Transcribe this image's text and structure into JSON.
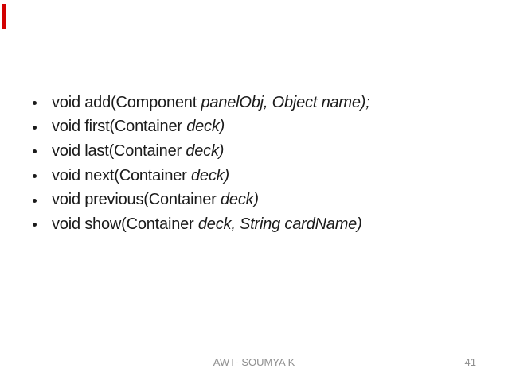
{
  "slide": {
    "bullet_glyph": "•",
    "colors": {
      "background": "#ffffff",
      "text": "#1b1b1b",
      "footer_text": "#8f8f8f",
      "accent_bar": "#d20000"
    },
    "bullets": [
      {
        "regular": "void add(Component ",
        "italic": "panelObj, Object name);"
      },
      {
        "regular": "void first(Container ",
        "italic": "deck)"
      },
      {
        "regular": "void last(Container ",
        "italic": "deck)"
      },
      {
        "regular": "void next(Container ",
        "italic": "deck)"
      },
      {
        "regular": "void previous(Container ",
        "italic": "deck)"
      },
      {
        "regular": "void show(Container ",
        "italic": "deck, String cardName)"
      }
    ],
    "footer": {
      "label": "AWT- SOUMYA K",
      "page_number": "41"
    }
  }
}
